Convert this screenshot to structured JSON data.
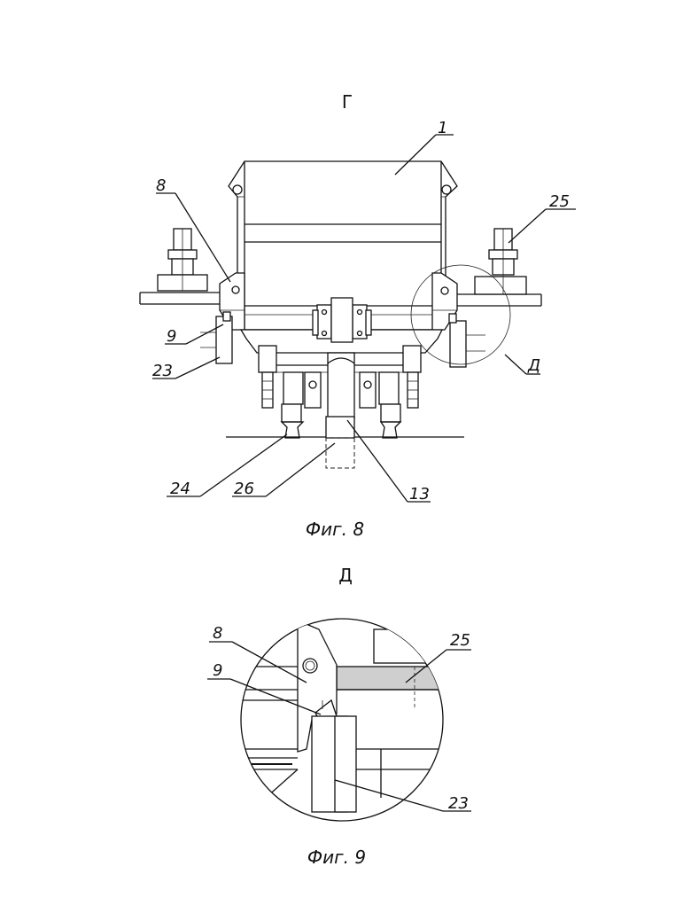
{
  "fig8": {
    "view_letter": "Г",
    "caption": "Фиг. 8",
    "labels": {
      "l1": "1",
      "l8": "8",
      "l25": "25",
      "l9": "9",
      "l23": "23",
      "ld": "Д",
      "l24": "24",
      "l26": "26",
      "l13": "13"
    }
  },
  "fig9": {
    "view_letter": "Д",
    "caption": "Фиг. 9",
    "labels": {
      "l8": "8",
      "l25": "25",
      "l9": "9",
      "l23": "23"
    }
  },
  "colors": {
    "ink": "#111111",
    "fill_gray": "#cfcfcf",
    "paper": "#ffffff"
  }
}
